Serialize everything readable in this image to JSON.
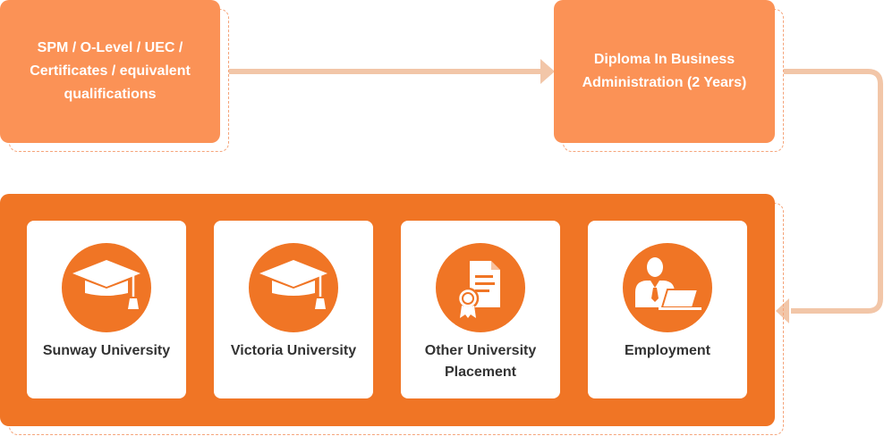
{
  "diagram": {
    "start_box": {
      "label": "SPM / O-Level / UEC / Certificates / equivalent qualifications"
    },
    "diploma_box": {
      "label": "Diploma In Business Administration (2 Years)"
    },
    "outcomes": [
      {
        "label": "Sunway University",
        "icon": "graduation-cap-icon"
      },
      {
        "label": "Victoria University",
        "icon": "graduation-cap-icon"
      },
      {
        "label": "Other University Placement",
        "icon": "certificate-document-icon"
      },
      {
        "label": "Employment",
        "icon": "professional-at-laptop-icon"
      }
    ],
    "colors": {
      "box_orange": "#fb9256",
      "panel_orange": "#f07525",
      "connector": "#f2c6a8",
      "card_bg": "#ffffff",
      "label_text": "#333333"
    }
  }
}
